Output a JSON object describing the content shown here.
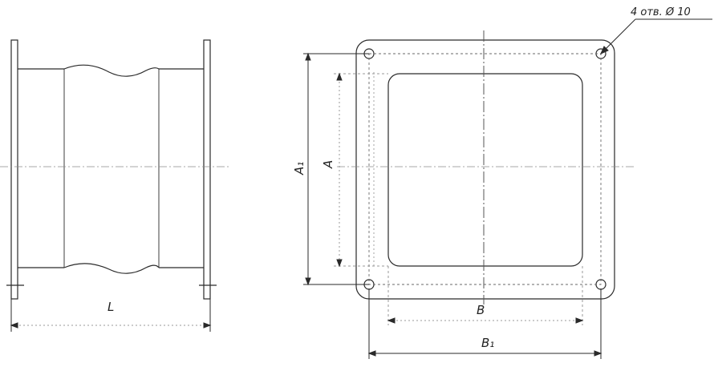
{
  "drawing": {
    "labels": {
      "length": "L",
      "outer_height": "A₁",
      "inner_height": "A",
      "inner_width": "B",
      "outer_width": "B₁",
      "holes_note": "4 отв. Ø 10"
    },
    "colors": {
      "line": "#2a2a2a",
      "centerline": "#777777",
      "paper": "#ffffff"
    }
  }
}
